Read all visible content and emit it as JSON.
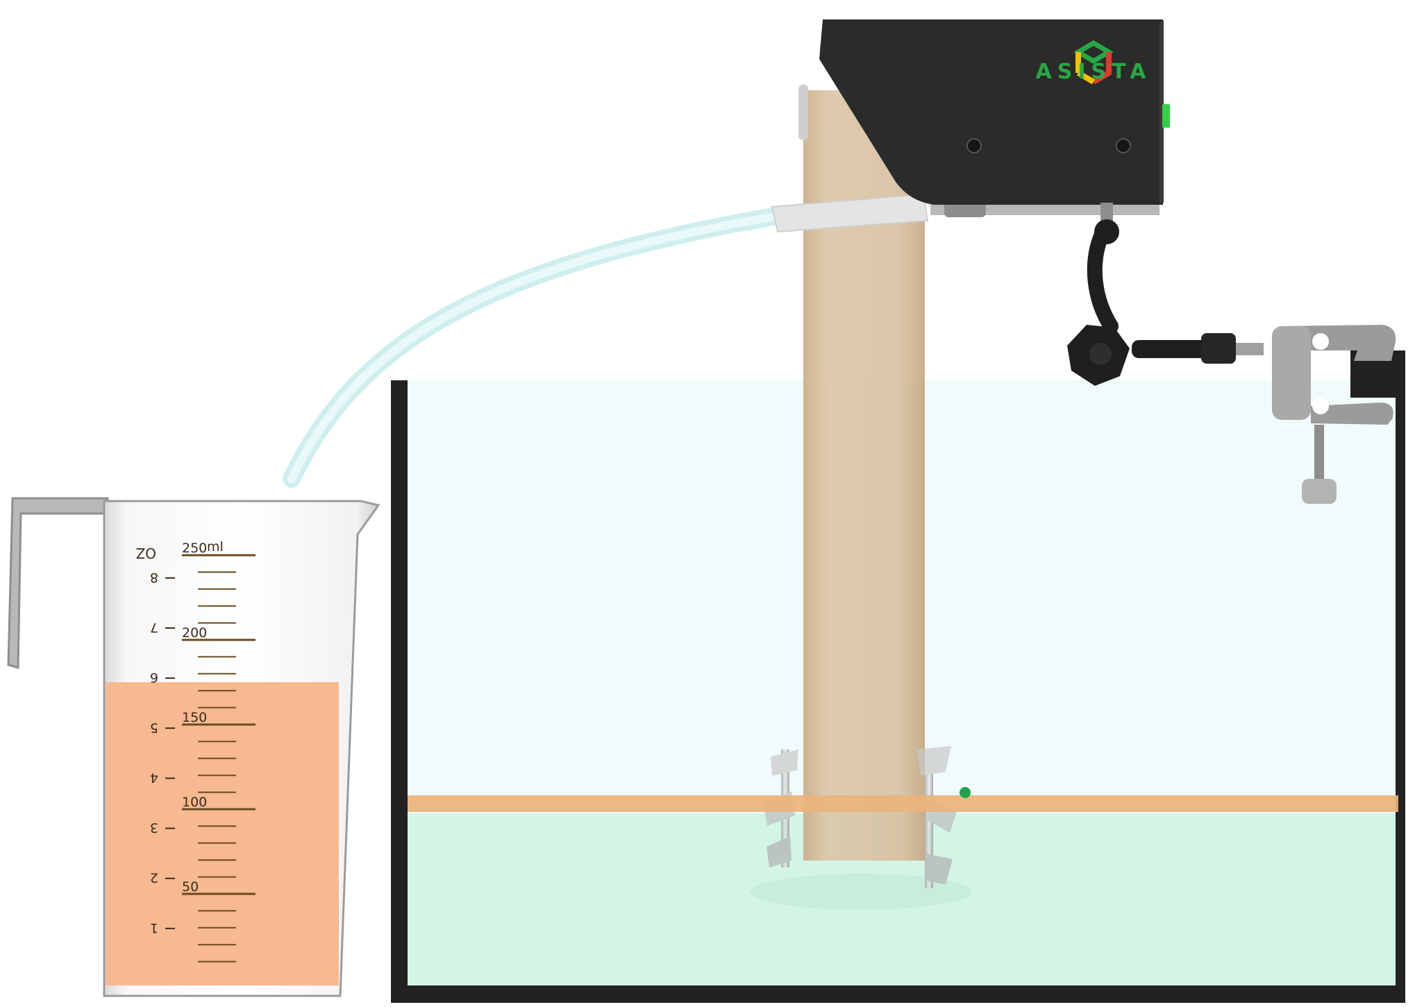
{
  "brand": {
    "logo_text": "ASISTA",
    "logo_colors": [
      "#27a844",
      "#f2c200",
      "#e23b2e",
      "#27a844"
    ]
  },
  "beaker": {
    "unit_oz": "OZ",
    "unit_ml": "ml",
    "ml_labels": [
      "250",
      "200",
      "150",
      "100",
      "50"
    ],
    "oz_labels": [
      "8",
      "7",
      "6",
      "5",
      "4",
      "3",
      "2",
      "1"
    ],
    "liquid_color": "#f7b98f",
    "liquid_level_ml": 175
  },
  "tank": {
    "water_color": "#f1fbfb",
    "lower_water_color": "#d3f5e6",
    "frame_color": "#222222"
  },
  "level_line": {
    "color": "#eab37c"
  },
  "indicator_dot": {
    "color": "#1fa24a"
  },
  "device": {
    "body_color": "#2b2b2b",
    "led_color": "#33d04a"
  },
  "tape": {
    "color": "#d8c2a3"
  },
  "tube": {
    "color": "#cfeeee"
  },
  "icons": [
    "asista-logo-icon",
    "knob-icon",
    "clamp-icon",
    "stirrer-icon"
  ]
}
